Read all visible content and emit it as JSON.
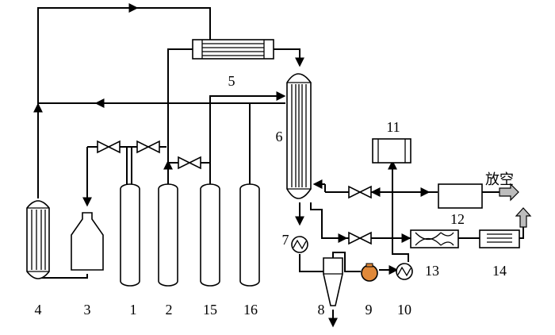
{
  "labels": {
    "n1": "1",
    "n2": "2",
    "n3": "3",
    "n4": "4",
    "n5": "5",
    "n6": "6",
    "n7": "7",
    "n8": "8",
    "n9": "9",
    "n10": "10",
    "n11": "11",
    "n12": "12",
    "n13": "13",
    "n14": "14",
    "n15": "15",
    "n16": "16",
    "vent": "放空"
  }
}
